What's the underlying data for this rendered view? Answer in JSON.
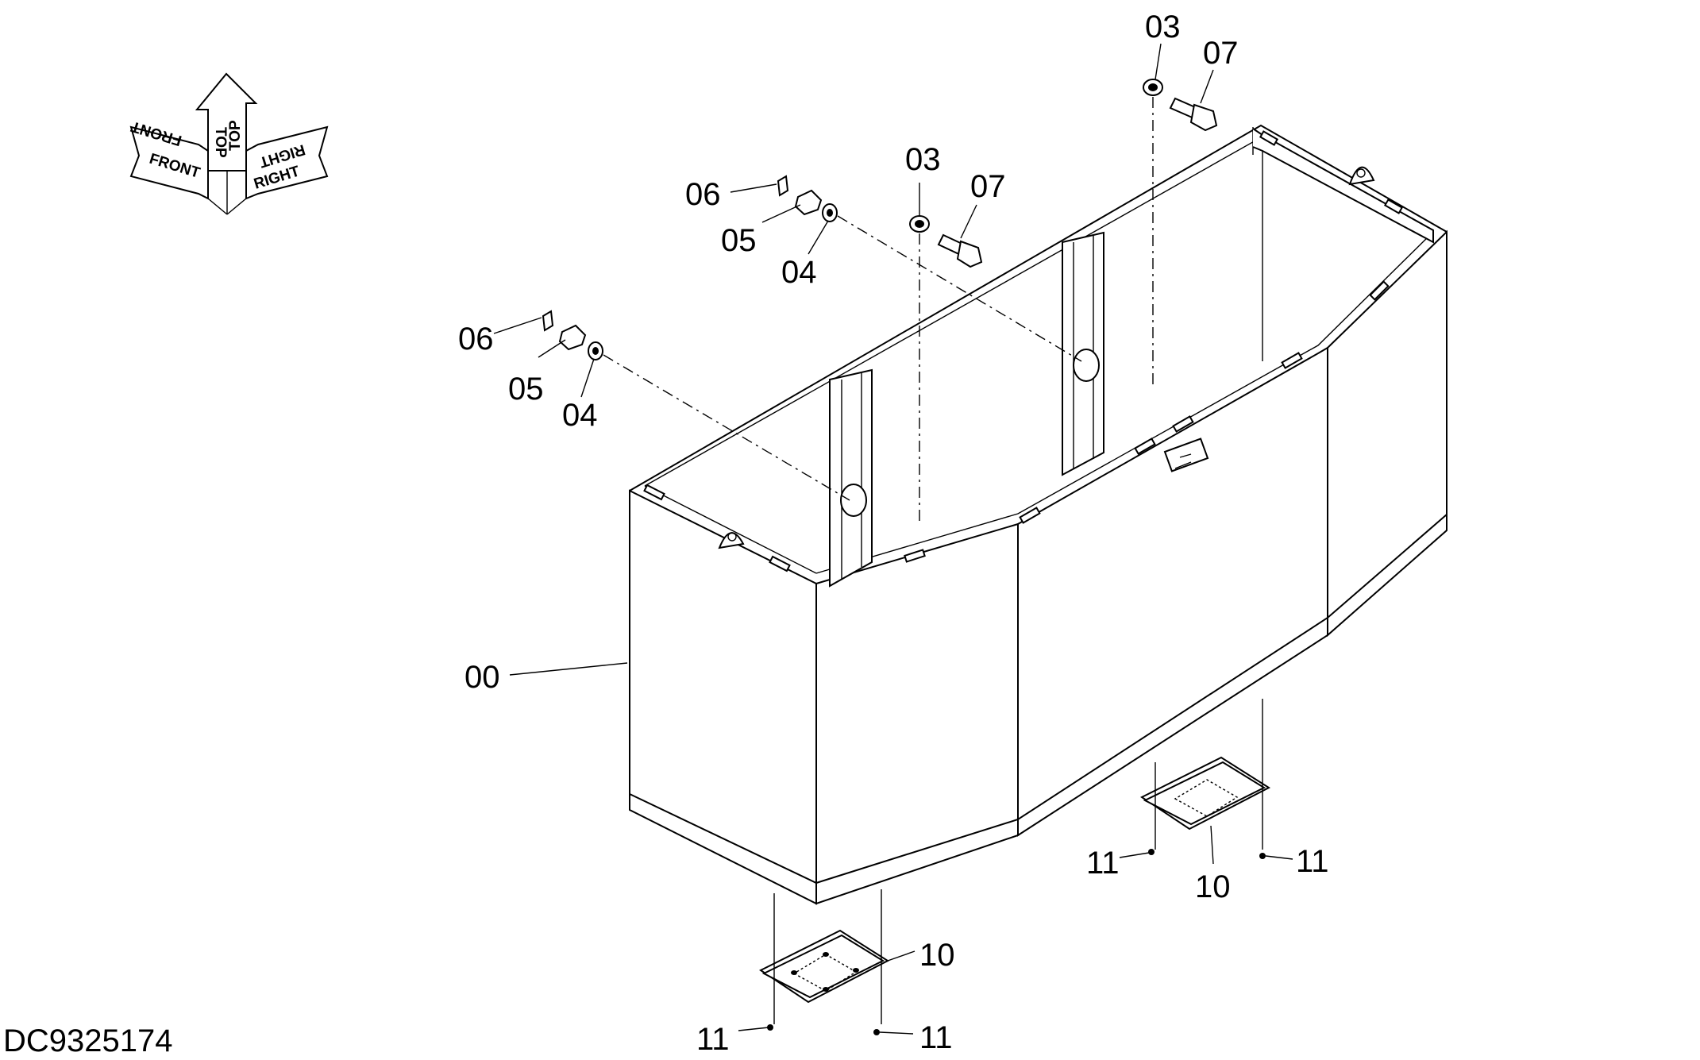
{
  "drawing": {
    "code": "DC9325174",
    "orientation": {
      "front": "FRONT",
      "top": "TOP",
      "right": "RIGHT"
    },
    "callouts": {
      "body": "00",
      "rear_washer": "03",
      "rear_bolt": "07",
      "front_washer": "03",
      "front_bolt": "07",
      "upper_pin": "06",
      "upper_nut": "05",
      "upper_washer": "04",
      "lower_pin": "06",
      "lower_nut": "05",
      "lower_washer": "04",
      "front_plate": "10",
      "front_screw_left": "11",
      "front_screw_right": "11",
      "rear_plate": "10",
      "rear_screw_left": "11",
      "rear_screw_right": "11"
    }
  }
}
